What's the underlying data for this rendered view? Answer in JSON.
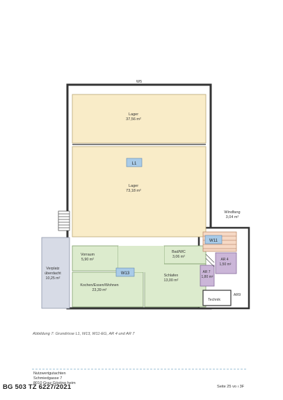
{
  "plan": {
    "wall_label_top": "W5",
    "rooms": {
      "lager_top": {
        "name": "Lager",
        "area": "37,56 m²"
      },
      "l1_badge": "L1",
      "lager_bottom": {
        "name": "Lager",
        "area": "73,18 m²"
      },
      "windfang": {
        "name": "Windfang",
        "area": "3,04 m²"
      },
      "w11_badge": "W11",
      "vorraum": {
        "name": "Vorraum",
        "area": "5,90 m²"
      },
      "bad": {
        "name": "Bad/WC",
        "area": "3,06 m²"
      },
      "w13_badge": "W13",
      "kochen": {
        "name": "Kochen/Essen/Wohnen",
        "area": "23,39 m²"
      },
      "schlafen": {
        "name": "Schlafen",
        "area": "13,00 m²"
      },
      "verplatz": {
        "line1": "Verplatz",
        "line2": "überdacht",
        "area": "10,25 m²"
      },
      "ar4": {
        "name": "AR 4",
        "area": "1,50 m²"
      },
      "ar7": {
        "name": "AR 7",
        "area": "1,80 m²"
      },
      "technik": {
        "name": "Technik"
      },
      "ar9": {
        "name": "AR9"
      }
    },
    "colors": {
      "lager_fill": "#f9ecc8",
      "w13_fill": "#dcebcd",
      "w11_fill": "#f6d9c5",
      "ar_fill": "#cbb6d8",
      "verplatz_fill": "#d7dbe6",
      "badge_fill": "#a9cbe8"
    }
  },
  "caption": "Abbildung 7: Grundrisse L1, W13, W11-EG, AR 4 und AR 7",
  "footer": {
    "line1": "Nutzwertgutachten",
    "line2": "Schmiedgasse 7",
    "line3": "8010 Graz Gösting heim",
    "stamp": "BG 503 TZ 6227/2021",
    "page": "Seite 25 vo ı 3F"
  }
}
